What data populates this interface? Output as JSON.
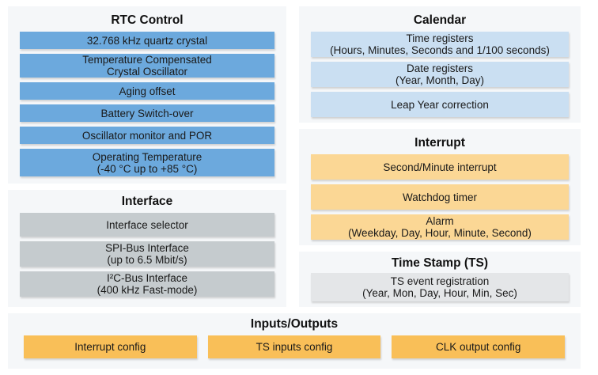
{
  "colors": {
    "panel_background": "#f5f7f9",
    "blue": "#6ca9dd",
    "light_blue": "#cadff2",
    "gray": "#c5cbce",
    "light_gray": "#e4e6e8",
    "light_orange": "#fbd795",
    "orange": "#f9bf58",
    "text": "#1a1a1a"
  },
  "panels": {
    "rtc_control": {
      "title": "RTC Control",
      "items": [
        {
          "text": "32.768 kHz quartz crystal"
        },
        {
          "text": "Temperature Compensated\nCrystal Oscillator"
        },
        {
          "text": "Aging offset"
        },
        {
          "text": "Battery Switch-over"
        },
        {
          "text": "Oscillator monitor and POR"
        },
        {
          "text": "Operating Temperature\n(-40 °C up to +85 °C)"
        }
      ]
    },
    "interface": {
      "title": "Interface",
      "items": [
        {
          "text": "Interface selector"
        },
        {
          "text": "SPI-Bus Interface\n(up to 6.5 Mbit/s)"
        },
        {
          "text": "I²C-Bus Interface\n(400 kHz Fast-mode)"
        }
      ]
    },
    "calendar": {
      "title": "Calendar",
      "items": [
        {
          "text": "Time registers\n(Hours, Minutes, Seconds and 1/100 seconds)"
        },
        {
          "text": "Date registers\n(Year, Month, Day)"
        },
        {
          "text": "Leap Year correction"
        }
      ]
    },
    "interrupt": {
      "title": "Interrupt",
      "items": [
        {
          "text": "Second/Minute interrupt"
        },
        {
          "text": "Watchdog timer"
        },
        {
          "text": "Alarm\n(Weekday, Day, Hour, Minute, Second)"
        }
      ]
    },
    "time_stamp": {
      "title": "Time Stamp (TS)",
      "items": [
        {
          "text": "TS event registration\n(Year, Mon, Day, Hour, Min, Sec)"
        }
      ]
    },
    "inputs_outputs": {
      "title": "Inputs/Outputs",
      "items": [
        {
          "text": "Interrupt config"
        },
        {
          "text": "TS inputs config"
        },
        {
          "text": "CLK output config"
        }
      ]
    }
  }
}
